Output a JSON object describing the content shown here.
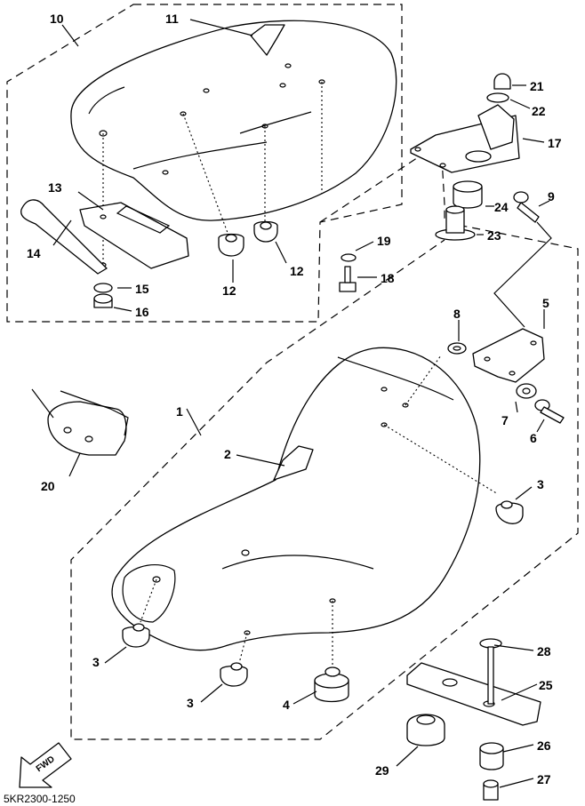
{
  "diagram_code": "5KR2300-1250",
  "fwd_label": "FWD",
  "callouts": [
    "1",
    "2",
    "3",
    "4",
    "5",
    "6",
    "7",
    "8",
    "9",
    "10",
    "11",
    "12",
    "13",
    "14",
    "15",
    "16",
    "17",
    "18",
    "19",
    "20",
    "21",
    "22",
    "23",
    "24",
    "25",
    "26",
    "27",
    "28",
    "29"
  ]
}
